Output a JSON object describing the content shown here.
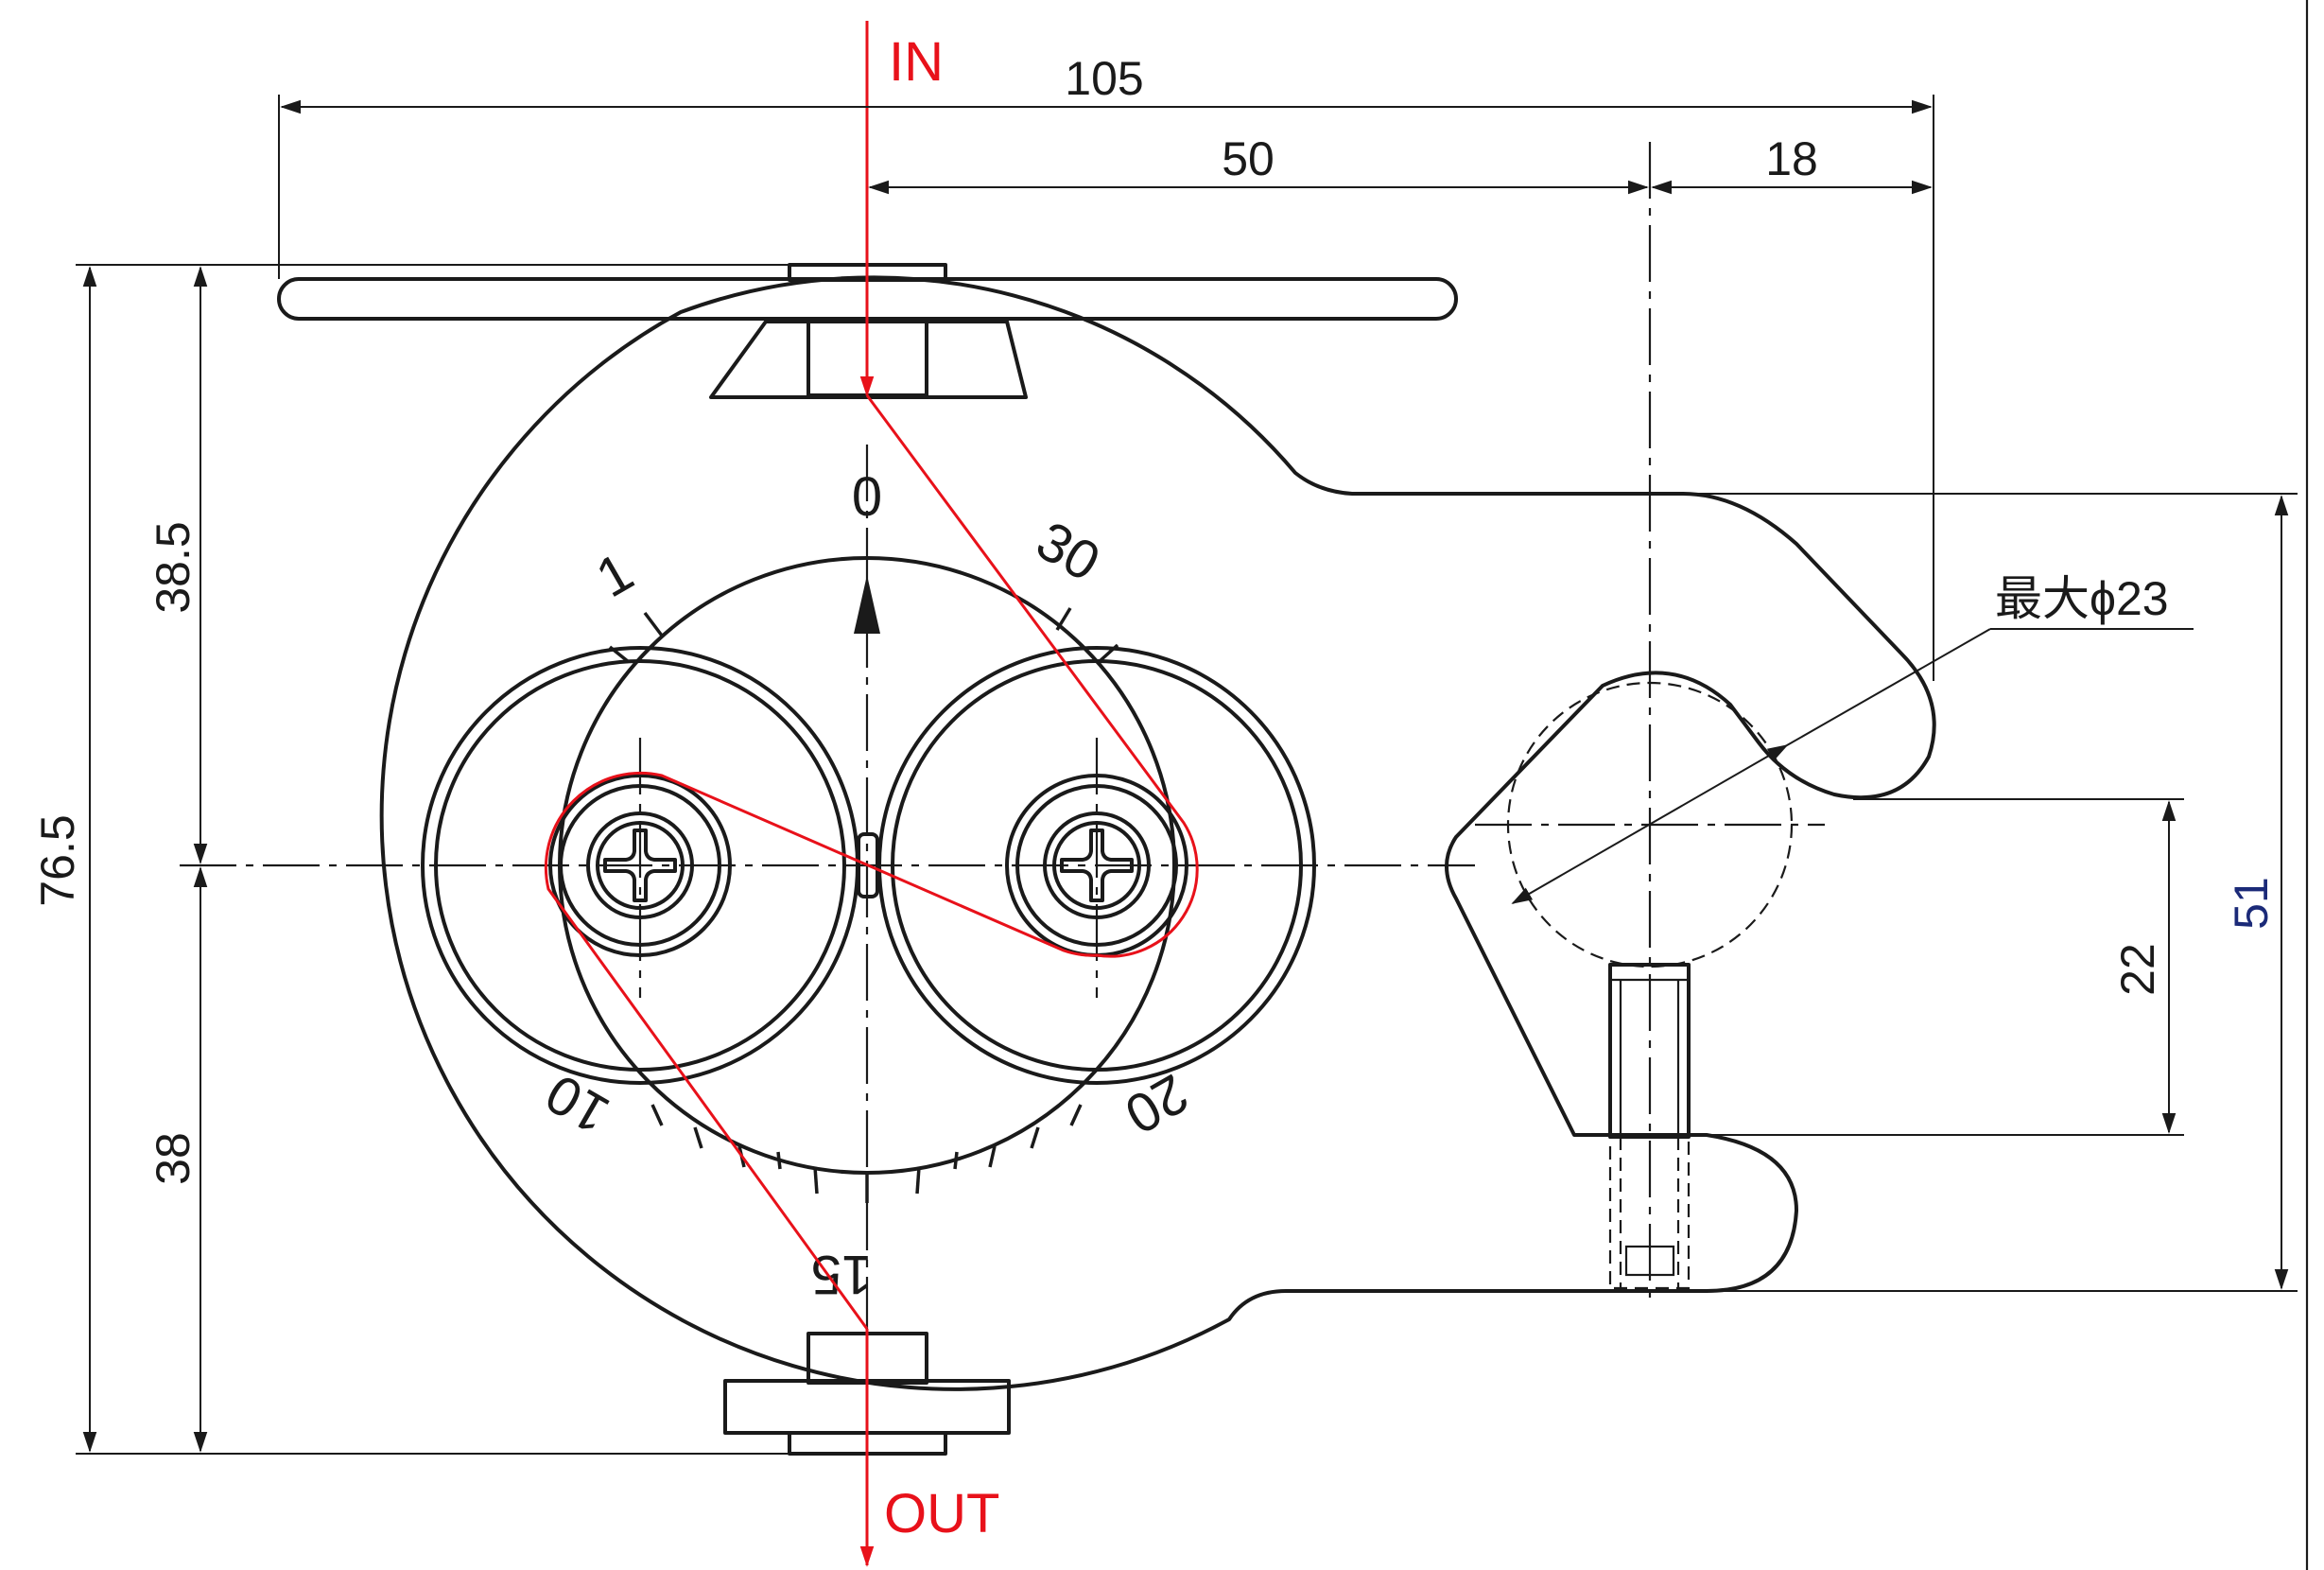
{
  "labels": {
    "in": "IN",
    "out": "OUT",
    "max_diameter": "最大ϕ23"
  },
  "dimensions": {
    "overall_width": "105",
    "center_to_post": "50",
    "post_to_edge": "18",
    "overall_height": "76.5",
    "upper_height": "38.5",
    "lower_height": "38",
    "slot_height": "22",
    "jaw_height": "51"
  },
  "scale": {
    "zero": "0",
    "one": "1",
    "ten": "10",
    "fifteen": "15",
    "twenty": "20",
    "thirty": "30"
  },
  "colors": {
    "line": "#1a1a1a",
    "wire_path": "#e8111a",
    "dimension_blue": "#1b2a78"
  }
}
